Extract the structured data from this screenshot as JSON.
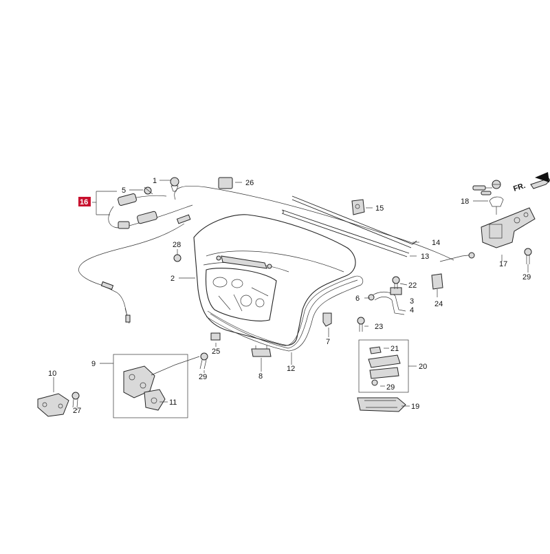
{
  "diagram": {
    "labels": {
      "p1": "1",
      "p2": "2",
      "p3": "3",
      "p4": "4",
      "p5": "5",
      "p6": "6",
      "p7": "7",
      "p8": "8",
      "p9": "9",
      "p10": "10",
      "p11": "11",
      "p12": "12",
      "p13": "13",
      "p14": "14",
      "p15": "15",
      "p16": "16",
      "p17": "17",
      "p18": "18",
      "p19": "19",
      "p20": "20",
      "p21": "21",
      "p22": "22",
      "p23": "23",
      "p24": "24",
      "p25": "25",
      "p26": "26",
      "p27": "27",
      "p28": "28",
      "p29a": "29",
      "p29b": "29",
      "p29c": "29"
    },
    "front_marker": "FR.",
    "highlight_color": "#c8102e"
  }
}
